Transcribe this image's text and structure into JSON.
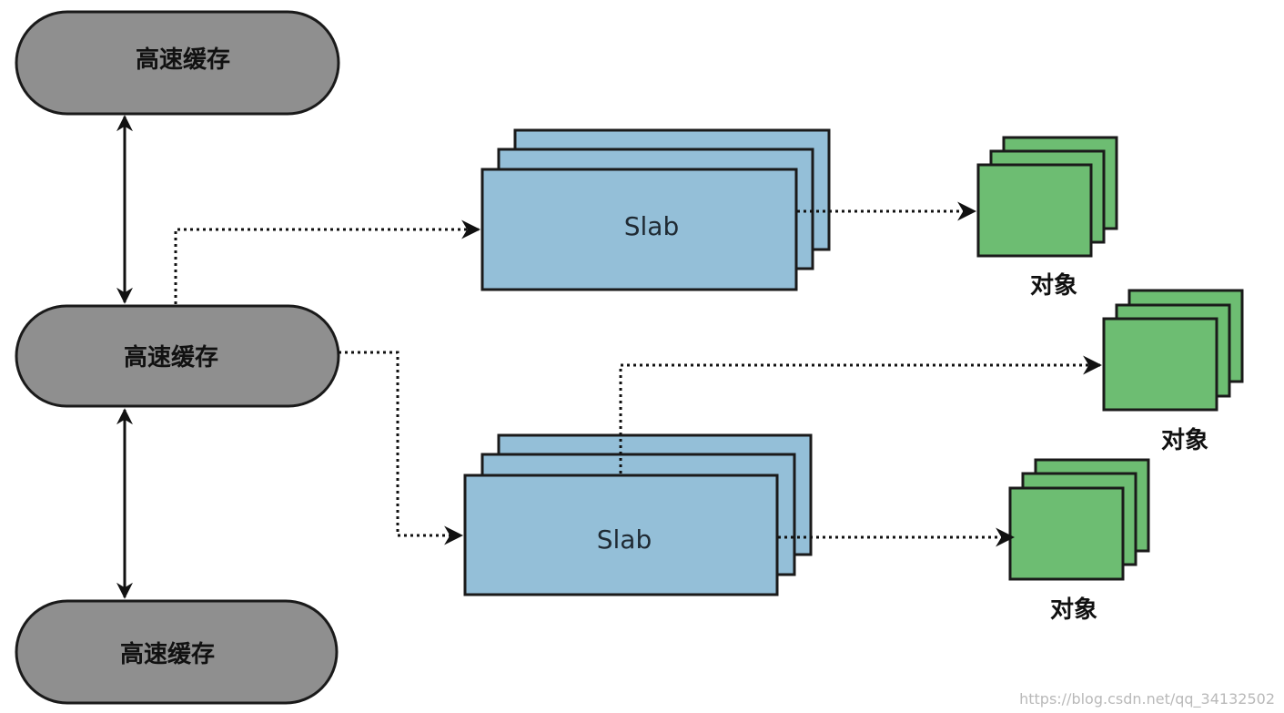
{
  "caches": [
    {
      "label": "高速缓存"
    },
    {
      "label": "高速缓存"
    },
    {
      "label": "高速缓存"
    }
  ],
  "slabs": [
    {
      "label": "Slab"
    },
    {
      "label": "Slab"
    }
  ],
  "objects": [
    {
      "label": "对象"
    },
    {
      "label": "对象"
    },
    {
      "label": "对象"
    }
  ],
  "watermark": "https://blog.csdn.net/qq_34132502",
  "colors": {
    "cache_fill": "#8f8f8f",
    "slab_fill": "#94bfd8",
    "object_fill": "#6dbd72",
    "stroke": "#1a1a1a"
  }
}
